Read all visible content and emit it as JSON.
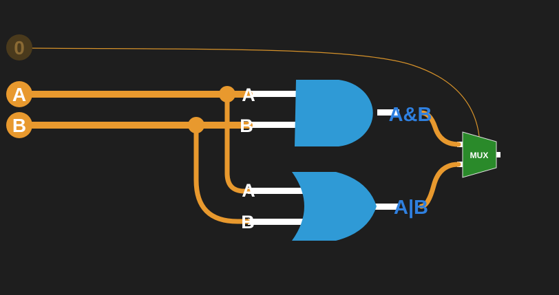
{
  "inputs": {
    "select": {
      "label": "0"
    },
    "a": {
      "label": "A"
    },
    "b": {
      "label": "B"
    }
  },
  "and_gate": {
    "pin_a": "A",
    "pin_b": "B",
    "output_label": "A&B"
  },
  "or_gate": {
    "pin_a": "A",
    "pin_b": "B",
    "output_label": "A|B"
  },
  "mux": {
    "label": "MUX"
  },
  "colors": {
    "background": "#1e1e1e",
    "wire_active": "#e8992e",
    "select_wire": "#d6922a",
    "select_node": "#4a3a1c",
    "select_text": "#8a6a34",
    "gate_fill": "#2f9ad6",
    "output_label": "#2f80e0",
    "mux_fill": "#2a8a2a",
    "pin_stub": "#ffffff",
    "pin_label": "#ffffff"
  },
  "icons": [
    "and-gate-icon",
    "or-gate-icon",
    "mux-icon"
  ]
}
